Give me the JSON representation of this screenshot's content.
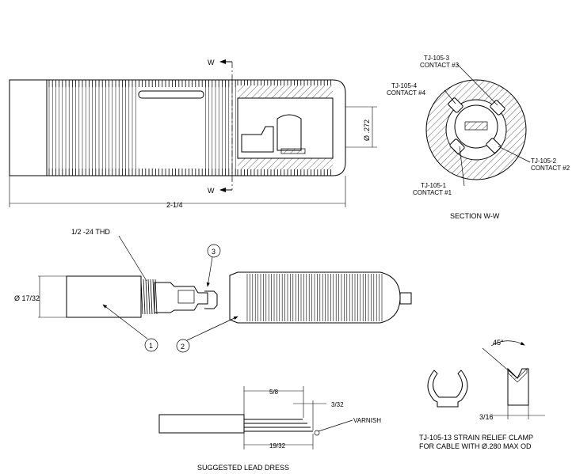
{
  "top_view": {
    "section_marker": "W",
    "diameter_label": "Ø .272",
    "length_label": "2-1/4"
  },
  "section_view": {
    "title": "SECTION  W-W",
    "contacts": [
      {
        "part": "TJ-105-3",
        "name": "CONTACT #3"
      },
      {
        "part": "TJ-105-4",
        "name": "CONTACT #4"
      },
      {
        "part": "TJ-105-2",
        "name": "CONTACT #2"
      },
      {
        "part": "TJ-105-1",
        "name": "CONTACT #1"
      }
    ]
  },
  "assembly_view": {
    "thread_label": "1/2 -24 THD",
    "diameter_label": "Ø 17/32",
    "callouts": [
      "1",
      "2",
      "3"
    ]
  },
  "clamp": {
    "angle_label": "45°",
    "width_label": "3/16",
    "caption_line1": "TJ-105-13 STRAIN RELIEF CLAMP",
    "caption_line2": "FOR CABLE WITH  Ø.280 MAX OD"
  },
  "lead_dress": {
    "dim_a": "5/8",
    "dim_b": "3/32",
    "dim_c": "19/32",
    "note": "VARNISH",
    "caption": "SUGGESTED LEAD DRESS"
  }
}
